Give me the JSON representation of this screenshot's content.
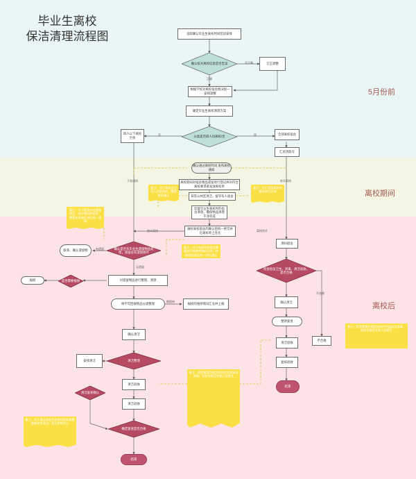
{
  "title": {
    "line1": "毕业生离校",
    "line2": "保洁清理流程图"
  },
  "phases": {
    "top": "5月份前",
    "mid": "离校期间",
    "bot": "离校后"
  },
  "colors": {
    "diamond_teal": "#bfe0d8",
    "diamond_red": "#b64a62",
    "note_yellow": "#fbe045",
    "terminal": "#c05470"
  },
  "nodes": {
    "start": "追踪确认毕业生离校时间区段安排",
    "decide_info": "确认核对离校信息是否无误",
    "correct": "订正调整",
    "dorm_adjust": "根据学校对离校宿舍情况统一安排调整",
    "confirm_plan": "确定毕业生离校清理方案",
    "decide_person": "分类是否四人均离校/否",
    "partial_leave": "四人以下离校 空余",
    "all_leave": "全部离校宿舍",
    "confirm_key": "汇总钥匙号",
    "confirm_notice": "确认通过离校时间 发布离校通知",
    "check_items": "离校期间对宿舍物品遗留进行登记并对符合离校要求者发放离校单",
    "daily_clean": "日常公共区清洁，留守有人宿舍",
    "supervise": "监督毕业生离校时的宿舍清理，确保物品清理干净完成",
    "handover": "做好离校宿舍的确认后统一移交并在离校单上签名",
    "decide_main": "确认是否有毕业生遗留物品处理，或宿舍有遗留损坏",
    "contact": "联系、确认遗留物",
    "report": "报损",
    "decide_damage": "是否需要报修",
    "clean_room": "对遗留物品进行整理、清理",
    "separate": "将不可回收物品分类整理",
    "report_damage": "报损的维修情况汇总并上报",
    "final_clean": "确认清洁",
    "check_clean": "清洁整理",
    "decide_repair": "清洁复查确认",
    "arrange": "安排清洁",
    "accept": "清洁验收",
    "decide_final": "确定复查是否合格",
    "end_left": "结束",
    "r_clean": "清扫宿舍",
    "r_decide": "检查宿舍卫生、消毒、清洁验收，是否合格",
    "r_confirm": "确认清洁",
    "r_repair": "整改复查",
    "r_check": "清洁验收",
    "r_accept": "复核验收",
    "r_fail": "不合格",
    "end_right": "结束"
  },
  "notes": {
    "n1": "备注：对于宿舍存在遗留物品、损坏情况的宿舍，需要在离校后进行统一清理",
    "n2": "备注：对于离校当日无人在宿舍的，需要联系确认",
    "n3": "备注：对于宿舍离校的情况进行记录",
    "n4": "备注：对于有损坏的宿舍需要进行报修并做好记录，待维修完成后统一进行清洁",
    "n5": "备注：宿舍需要在规定时间内完成清洁消毒，验收合格后才能入住新生",
    "n6": "备注：对于清洁复查不合格的宿舍需要重新安排清洁，直至合格为止"
  },
  "edge_labels": {
    "no": "否",
    "yes": "是",
    "no2": "不正确",
    "ok": "正确",
    "flow1": "下发通知",
    "flow2": "依次离校",
    "flow3": "统计离校",
    "flow4": "离校完毕",
    "flow5": "有遗留",
    "flow6": "无遗留",
    "flow7": "需报修",
    "flow8": "不合格"
  }
}
